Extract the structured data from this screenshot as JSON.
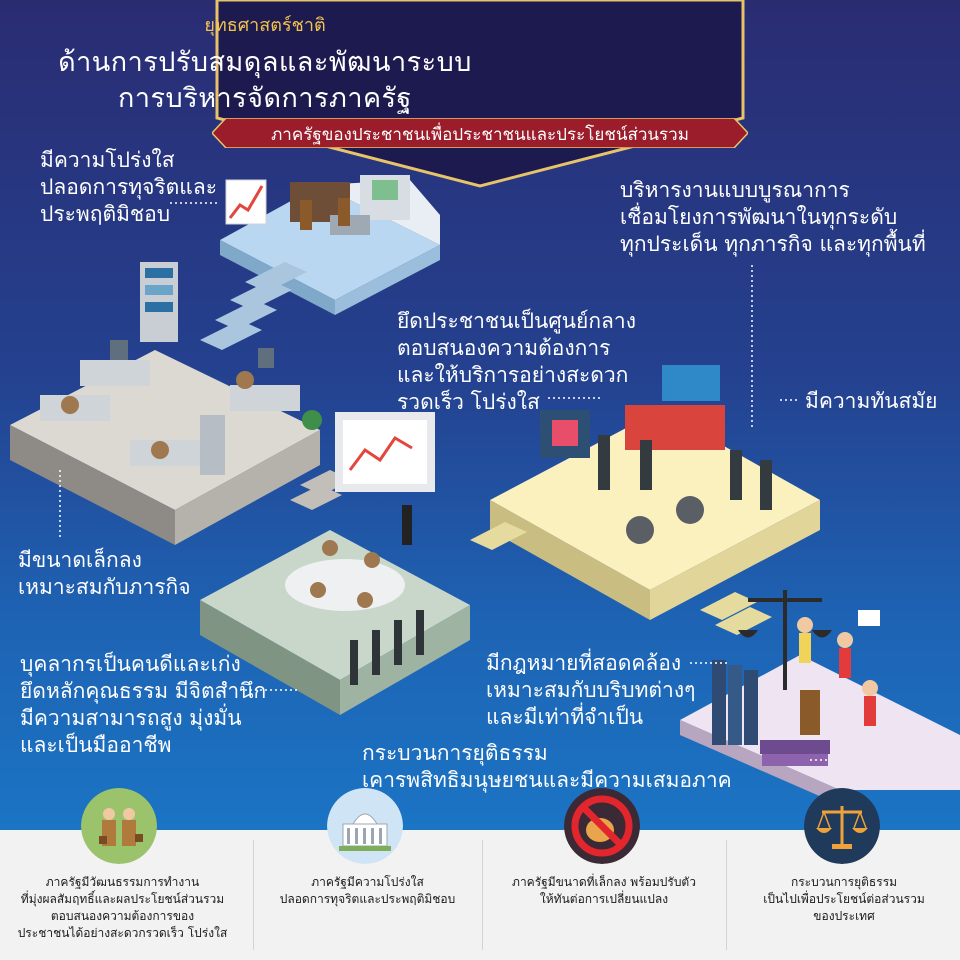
{
  "header": {
    "title_small": "ยุทธศาสตร์ชาติ",
    "title_line1": "ด้านการปรับสมดุลและพัฒนาระบบ",
    "title_line2": "การบริหารจัดการภาครัฐ",
    "ribbon": "ภาครัฐของประชาชนเพื่อประชาชนและประโยชน์ส่วนรวม"
  },
  "labels": {
    "transparency": "มีความโปร่งใส\nปลอดการทุจริตและ\nประพฤติมิชอบ",
    "integration": "บริหารงานแบบบูรณาการ\nเชื่อมโยงการพัฒนาในทุกระดับ\nทุกประเด็น ทุกภารกิจ และทุกพื้นที่",
    "citizen_centric": "ยึดประชาชนเป็นศูนย์กลาง\nตอบสนองความต้องการ\nและให้บริการอย่างสะดวก\nรวดเร็ว โปร่งใส",
    "modern": "มีความทันสมัย",
    "small_size": "มีขนาดเล็กลง\nเหมาะสมกับภารกิจ",
    "personnel": "บุคลากรเป็นคนดีและเก่ง\nยึดหลักคุณธรรม มีจิตสำนึก\nมีความสามารถสูง มุ่งมั่น\nและเป็นมืออาชีพ",
    "laws": "มีกฎหมายที่สอดคล้อง\nเหมาะสมกับบริบทต่างๆ\nและมีเท่าที่จำเป็น",
    "justice": "กระบวนการยุติธรรม\nเคารพสิทธิมนุษยชนและมีความเสมอภาค"
  },
  "cards": [
    {
      "icon": "officials-icon",
      "text": "ภาครัฐมีวัฒนธรรมการทำงาน\nที่มุ่งผลสัมฤทธิ์และผลประโยชน์ส่วนรวม\nตอบสนองความต้องการของ\nประชาชนได้อย่างสะดวกรวดเร็ว โปร่งใส"
    },
    {
      "icon": "parliament-building-icon",
      "text": "ภาครัฐมีความโปร่งใส\nปลอดการทุจริตและประพฤติมิชอบ"
    },
    {
      "icon": "no-corruption-icon",
      "text": "ภาครัฐมีขนาดที่เล็กลง พร้อมปรับตัว\nให้ทันต่อการเปลี่ยนแปลง"
    },
    {
      "icon": "scales-of-justice-icon",
      "text": "กระบวนการยุติธรรม\nเป็นไปเพื่อประโยชน์ต่อส่วนรวม\nของประเทศ"
    }
  ],
  "colors": {
    "background_top": "#2a2c72",
    "background_bottom": "#1b74c4",
    "banner_navy": "#1c1a4f",
    "banner_gold": "#e7c36a",
    "ribbon_red": "#9b1c2a",
    "panel": "#f2f2f2"
  }
}
